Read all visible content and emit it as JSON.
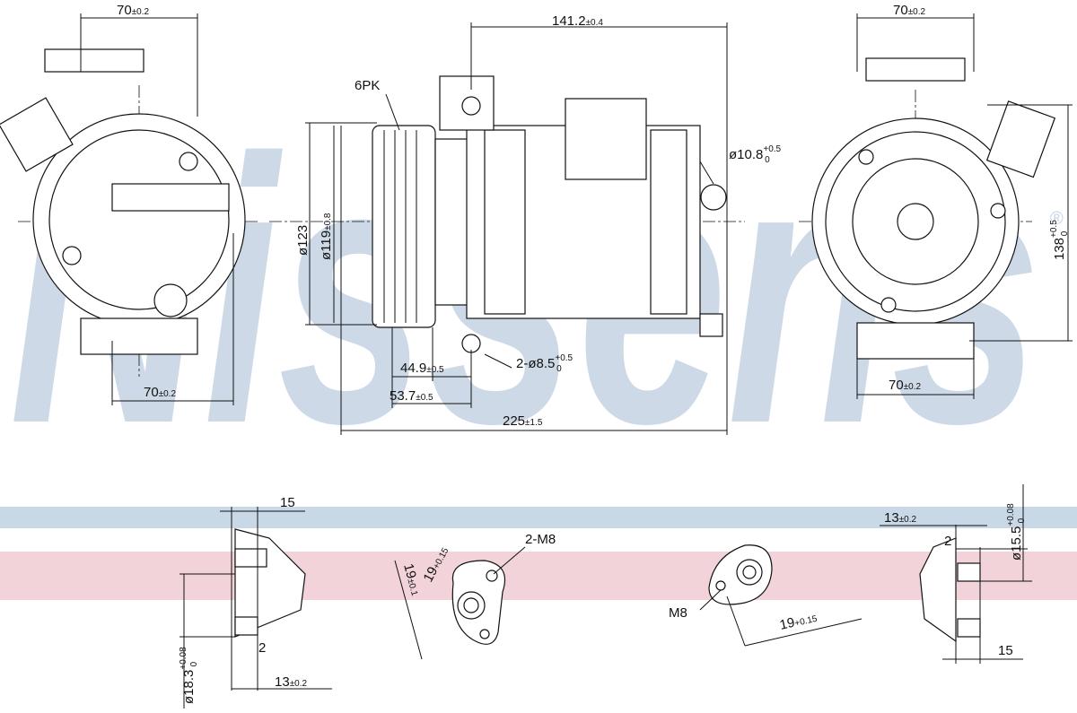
{
  "watermark": {
    "brand": "Nissens",
    "registered_mark": "®",
    "color": "#c5d3e3"
  },
  "bands": {
    "blue": "#c9d8e6",
    "pink": "#f2d3da"
  },
  "front_view_left": {
    "width_top": "70",
    "width_top_tol": "±0.2",
    "width_bottom": "70",
    "width_bottom_tol": "±0.2"
  },
  "side_view": {
    "pulley_label": "6PK",
    "length_top": "141.2",
    "length_top_tol": "±0.4",
    "hole_dia": "ø10.8",
    "hole_tol_up": "+0.5",
    "hole_tol_low": "0",
    "pulley_outer": "ø123",
    "pulley_inner": "ø119",
    "pulley_inner_tol": "±0.8",
    "dim_a": "44.9",
    "dim_a_tol": "±0.5",
    "dim_b": "53.7",
    "dim_b_tol": "±0.5",
    "mount_holes": "2-ø8.5",
    "mount_tol_up": "+0.5",
    "mount_tol_low": "0",
    "overall_length": "225",
    "overall_length_tol": "±1.5"
  },
  "front_view_right": {
    "width_top": "70",
    "width_top_tol": "±0.2",
    "width_bottom": "70",
    "width_bottom_tol": "±0.2",
    "height": "138",
    "height_tol_up": "+0.5",
    "height_tol_low": "0"
  },
  "details": {
    "left_port": {
      "width": "15",
      "dia": "ø18.3",
      "dia_tol_up": "+0.08",
      "dia_tol_low": "0",
      "step": "2",
      "depth": "13",
      "depth_tol": "±0.2"
    },
    "flange_left": {
      "thread": "2-M8",
      "pitch_a": "19",
      "pitch_a_tol": "±0.1",
      "pitch_b": "19",
      "pitch_b_tol": "+0.15"
    },
    "flange_right": {
      "thread": "M8",
      "pitch": "19",
      "pitch_tol": "+0.15"
    },
    "right_port": {
      "depth": "13",
      "depth_tol": "±0.2",
      "step": "2",
      "dia": "ø15.5",
      "dia_tol_up": "+0.08",
      "dia_tol_low": "0",
      "width": "15"
    }
  }
}
